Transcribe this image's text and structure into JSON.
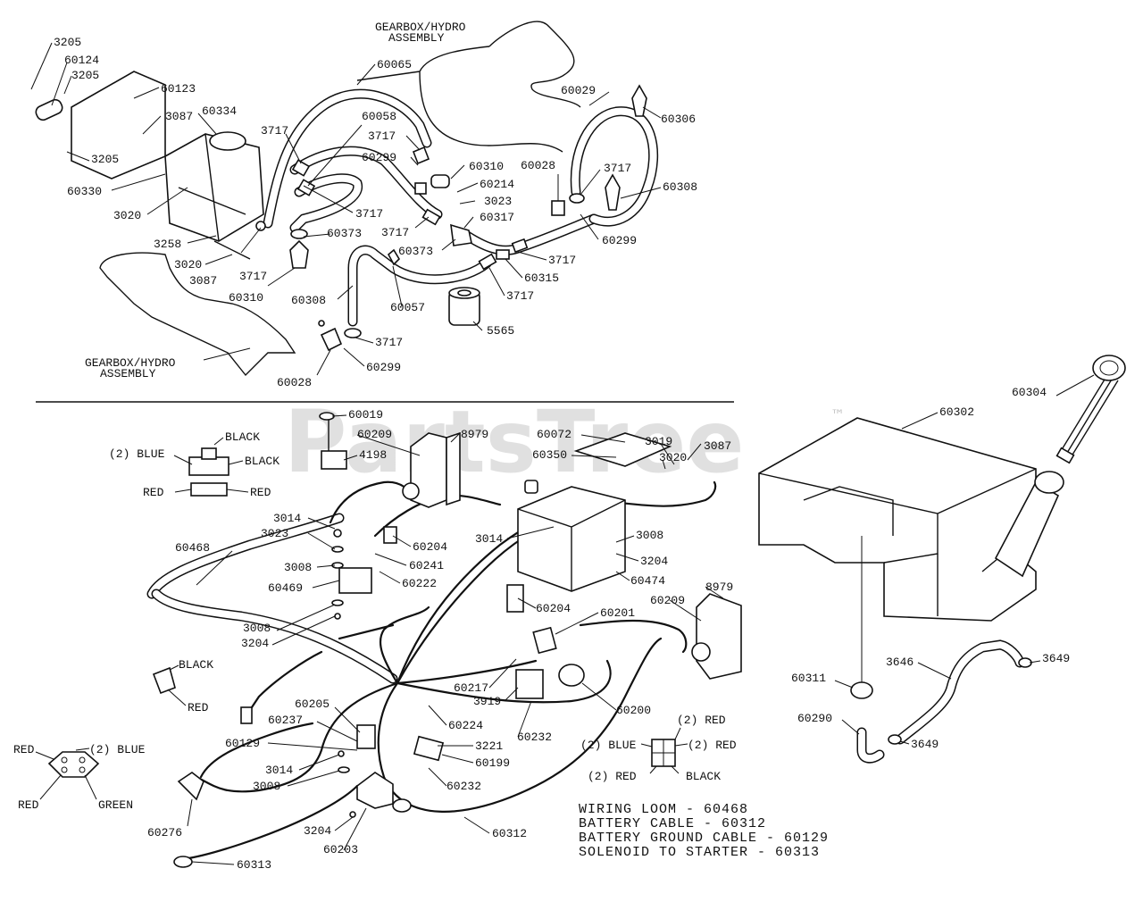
{
  "watermark": {
    "text": "PartsTree",
    "trademark": "™"
  },
  "assembly_labels": {
    "top": [
      "GEARBOX/HYDRO",
      "ASSEMBLY"
    ],
    "bottom": [
      "GEARBOX/HYDRO",
      "ASSEMBLY"
    ]
  },
  "hydro_callouts": {
    "c3205a": "3205",
    "c60124": "60124",
    "c3205b": "3205",
    "c60123": "60123",
    "c3087a": "3087",
    "c60334": "60334",
    "c3205c": "3205",
    "c60330": "60330",
    "c3020a": "3020",
    "c3258": "3258",
    "c3020b": "3020",
    "c3087b": "3087",
    "c60310a": "60310",
    "c60065": "60065",
    "c3717a": "3717",
    "c60058": "60058",
    "c3717b": "3717",
    "c60299a": "60299",
    "c3717c": "3717",
    "c60373a": "60373",
    "c3717d": "3717",
    "c60373b": "60373",
    "c3717e": "3717",
    "c60308a": "60308",
    "c60057": "60057",
    "c60310b": "60310",
    "c60214": "60214",
    "c3023a": "3023",
    "c60317": "60317",
    "c60028a": "60028",
    "c3717f": "3717",
    "c60029": "60029",
    "c60306": "60306",
    "c60308b": "60308",
    "c60299b": "60299",
    "c3717g": "3717",
    "c60315": "60315",
    "c3717h": "3717",
    "c5565": "5565",
    "c3717i": "3717",
    "c60028b": "60028",
    "c60299c": "60299"
  },
  "wiring_callouts": {
    "c60019": "60019",
    "c60209a": "60209",
    "c8979a": "8979",
    "c4198": "4198",
    "c3014a": "3014",
    "c3023b": "3023",
    "c60204a": "60204",
    "c60241": "60241",
    "c3008a": "3008",
    "c60222": "60222",
    "c60468": "60468",
    "c60469": "60469",
    "c3008b": "3008",
    "c3204a": "3204",
    "c60072": "60072",
    "c3019": "3019",
    "c3087c": "3087",
    "c60350": "60350",
    "c3020c": "3020",
    "c3014b": "3014",
    "c3008c": "3008",
    "c3204b": "3204",
    "c60474": "60474",
    "c60209b": "60209",
    "c8979b": "8979",
    "c60204b": "60204",
    "c60201": "60201",
    "c60217": "60217",
    "c3919": "3919",
    "c60200": "60200",
    "c60232a": "60232",
    "c60205": "60205",
    "c60237": "60237",
    "c60224": "60224",
    "c60129": "60129",
    "c3221": "3221",
    "c60199": "60199",
    "c3014c": "3014",
    "c3008d": "3008",
    "c60232b": "60232",
    "c60276": "60276",
    "c3204c": "3204",
    "c60203": "60203",
    "c60312": "60312",
    "c60313": "60313"
  },
  "tank_callouts": {
    "c60302": "60302",
    "c60304": "60304",
    "c3646": "3646",
    "c3649a": "3649",
    "c60311": "60311",
    "c60290": "60290",
    "c3649b": "3649"
  },
  "connectors": {
    "a": {
      "left": "(2) BLUE",
      "top": "BLACK",
      "right": "BLACK",
      "bottom_left": "RED",
      "bottom_right": "RED"
    },
    "b": {
      "top": "BLACK",
      "bottom": "RED"
    },
    "c": {
      "left_top": "RED",
      "right_top": "(2) BLUE",
      "left_bottom": "RED",
      "right_bottom": "GREEN"
    },
    "d": {
      "top": "(2) RED",
      "left": "(2) BLUE",
      "right": "(2) RED",
      "bottom_left": "(2) RED",
      "bottom_right": "BLACK"
    }
  },
  "legend": [
    "WIRING LOOM - 60468",
    "BATTERY CABLE - 60312",
    "BATTERY GROUND CABLE - 60129",
    "SOLENOID TO STARTER - 60313"
  ]
}
